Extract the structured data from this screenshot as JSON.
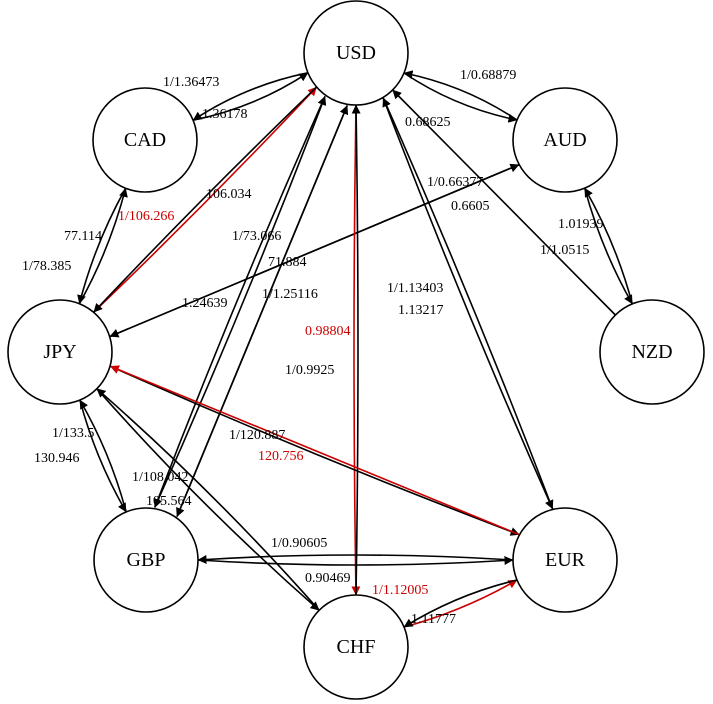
{
  "colors": {
    "default": "#000000",
    "highlight": "#cc0000"
  },
  "nodes": [
    {
      "id": "USD",
      "label": "USD"
    },
    {
      "id": "CAD",
      "label": "CAD"
    },
    {
      "id": "AUD",
      "label": "AUD"
    },
    {
      "id": "JPY",
      "label": "JPY"
    },
    {
      "id": "NZD",
      "label": "NZD"
    },
    {
      "id": "GBP",
      "label": "GBP"
    },
    {
      "id": "EUR",
      "label": "EUR"
    },
    {
      "id": "CHF",
      "label": "CHF"
    }
  ],
  "edges": [
    {
      "id": "e1",
      "from": "CAD",
      "to": "USD",
      "label": "1/1.36473",
      "highlight": false
    },
    {
      "id": "e2",
      "from": "USD",
      "to": "CAD",
      "label": "1.36178",
      "highlight": false
    },
    {
      "id": "e3",
      "from": "USD",
      "to": "AUD",
      "label": "1/0.68879",
      "highlight": false
    },
    {
      "id": "e4",
      "from": "AUD",
      "to": "USD",
      "label": "0.68625",
      "highlight": false
    },
    {
      "id": "e5",
      "from": "JPY",
      "to": "USD",
      "label": "1/106.266",
      "highlight": true
    },
    {
      "id": "e6",
      "from": "USD",
      "to": "JPY",
      "label": "106.034",
      "highlight": false
    },
    {
      "id": "e7",
      "from": "JPY",
      "to": "AUD",
      "label": "1/0.66377",
      "highlight": false
    },
    {
      "id": "e8",
      "from": "AUD",
      "to": "JPY",
      "label": "0.6605",
      "highlight": false
    },
    {
      "id": "e9",
      "from": "AUD",
      "to": "NZD",
      "label": "1.01939",
      "highlight": false
    },
    {
      "id": "e10",
      "from": "NZD",
      "to": "AUD",
      "label": "1/1.0515",
      "highlight": false
    },
    {
      "id": "e11",
      "from": "JPY",
      "to": "CAD",
      "label": "77.114",
      "highlight": false
    },
    {
      "id": "e12",
      "from": "CAD",
      "to": "JPY",
      "label": "1/78.385",
      "highlight": false
    },
    {
      "id": "e13",
      "from": "GBP",
      "to": "USD",
      "label": "1/73.066",
      "highlight": false
    },
    {
      "id": "e14",
      "from": "USD",
      "to": "GBP",
      "label": "71.884",
      "highlight": false
    },
    {
      "id": "e15",
      "from": "GBP",
      "to": "USD",
      "label": "1.24639",
      "highlight": false
    },
    {
      "id": "e16",
      "from": "USD",
      "to": "GBP",
      "label": "1/1.25116",
      "highlight": false
    },
    {
      "id": "e17",
      "from": "USD",
      "to": "EUR",
      "label": "1/1.13403",
      "highlight": false
    },
    {
      "id": "e18",
      "from": "EUR",
      "to": "USD",
      "label": "1.13217",
      "highlight": false
    },
    {
      "id": "e19",
      "from": "USD",
      "to": "CHF",
      "label": "0.98804",
      "highlight": true
    },
    {
      "id": "e20",
      "from": "CHF",
      "to": "USD",
      "label": "1/0.9925",
      "highlight": false
    },
    {
      "id": "e21",
      "from": "NZD",
      "to": "USD",
      "label": "",
      "highlight": false
    },
    {
      "id": "e22",
      "from": "GBP",
      "to": "JPY",
      "label": "1/133.5",
      "highlight": false
    },
    {
      "id": "e23",
      "from": "JPY",
      "to": "GBP",
      "label": "130.946",
      "highlight": false
    },
    {
      "id": "e24",
      "from": "JPY",
      "to": "EUR",
      "label": "1/120.887",
      "highlight": false
    },
    {
      "id": "e25",
      "from": "EUR",
      "to": "JPY",
      "label": "120.756",
      "highlight": true
    },
    {
      "id": "e26",
      "from": "JPY",
      "to": "CHF",
      "label": "1/108.042",
      "highlight": false
    },
    {
      "id": "e27",
      "from": "CHF",
      "to": "JPY",
      "label": "105.564",
      "highlight": false
    },
    {
      "id": "e28",
      "from": "GBP",
      "to": "EUR",
      "label": "1/0.90605",
      "highlight": false
    },
    {
      "id": "e29",
      "from": "EUR",
      "to": "GBP",
      "label": "0.90469",
      "highlight": false
    },
    {
      "id": "e30",
      "from": "CHF",
      "to": "EUR",
      "label": "1/1.12005",
      "highlight": true
    },
    {
      "id": "e31",
      "from": "EUR",
      "to": "CHF",
      "label": "1.11777",
      "highlight": false
    }
  ]
}
